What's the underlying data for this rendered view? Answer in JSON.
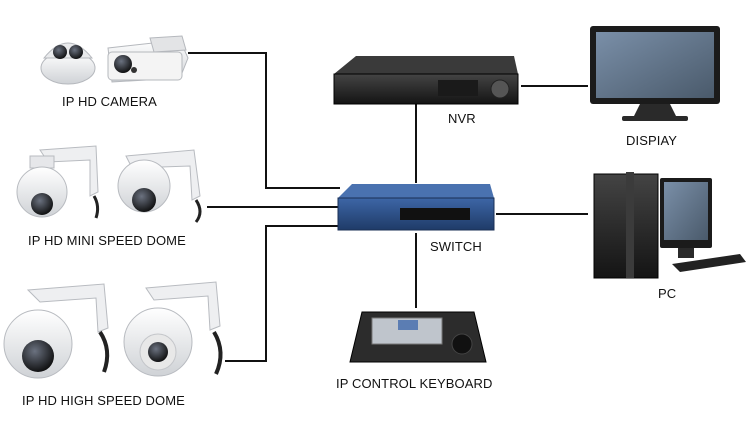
{
  "devices": {
    "ip_hd_camera": "IP HD CAMERA",
    "ip_hd_mini_speed_dome": "IP HD MINI SPEED DOME",
    "ip_hd_high_speed_dome": "IP HD HIGH SPEED DOME",
    "nvr": "NVR",
    "display": "DISPIAY",
    "switch": "SWITCH",
    "pc": "PC",
    "ip_control_keyboard": "IP CONTROL KEYBOARD"
  },
  "colors": {
    "line": "#111111",
    "switch_body": "#2b4f86",
    "nvr_body": "#2a2a2a",
    "camera_white": "#f2f2f2"
  },
  "icons": [
    "dome-camera-icon",
    "bullet-camera-icon",
    "mini-speed-dome-icon",
    "high-speed-dome-icon",
    "nvr-icon",
    "monitor-icon",
    "network-switch-icon",
    "pc-tower-icon",
    "keyboard-controller-icon"
  ]
}
